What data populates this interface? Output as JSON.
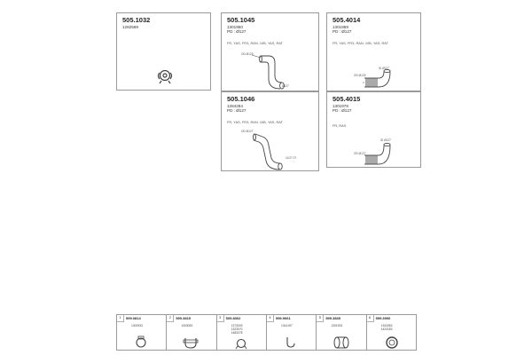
{
  "parts": {
    "p1032": {
      "number": "505.1032",
      "ref": "1282569"
    },
    "p1045": {
      "number": "505.1045",
      "ref": "1301950",
      "pd": "PD : Ø127",
      "apps": "FR, YAS, FR3, RAN, 10B, YAS, RAT",
      "dim1": "OD Ø125",
      "dim2": "Ø127"
    },
    "p4014": {
      "number": "505.4014",
      "ref": "1301959",
      "pd": "PD : Ø127",
      "apps": "FR, YAS, FR3, RAN, 10B, YAS, RAT",
      "dim1": "OD Ø125",
      "dim2": "ID Ø127"
    },
    "p1046": {
      "number": "505.1046",
      "ref": "1284284",
      "pd": "PD : Ø127",
      "apps": "FR, YAS, FR3, RAN, 10B, YAS, RAT",
      "dim1": "OD Ø127",
      "dim2": "11/27 07"
    },
    "p4015": {
      "number": "505.4015",
      "ref": "1301978",
      "pd": "PD : Ø127",
      "apps": "FR, RAS",
      "dim1": "ID Ø127",
      "dim2": "OD Ø127"
    }
  },
  "accessories": [
    {
      "index": "1",
      "number": "599.0814",
      "refs": [
        "1302933"
      ],
      "icon": "hose-clamp-icon"
    },
    {
      "index": "2",
      "number": "599.3815",
      "refs": [
        "1303053"
      ],
      "icon": "u-bolt-clamp-icon"
    },
    {
      "index": "3",
      "number": "505.8302",
      "refs": [
        "1373003",
        "1323070",
        "1483278"
      ],
      "icon": "pipe-clamp-icon"
    },
    {
      "index": "4",
      "number": "599.9061",
      "refs": [
        "1314197"
      ],
      "icon": "hook-icon"
    },
    {
      "index": "5",
      "number": "599.3835",
      "refs": [
        "1301933"
      ],
      "icon": "sleeve-icon"
    },
    {
      "index": "6",
      "number": "599.3906",
      "refs": [
        "1343063",
        "1424163"
      ],
      "icon": "flange-ring-icon"
    }
  ],
  "colors": {
    "border": "#9a9a9a",
    "pipe_stroke": "#444444",
    "text": "#222222"
  }
}
